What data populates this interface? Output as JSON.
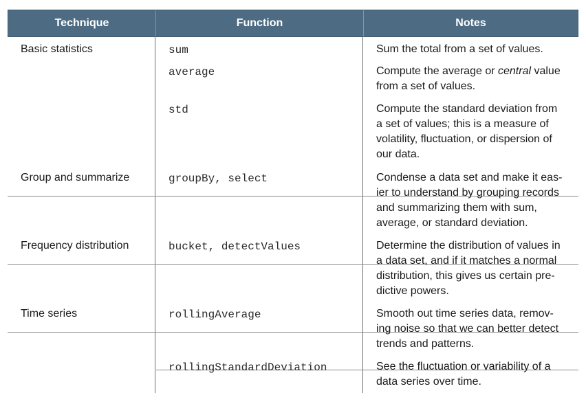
{
  "header": {
    "technique": "Technique",
    "function": "Function",
    "notes": "Notes"
  },
  "rows": [
    {
      "technique": "Basic statistics",
      "entries": [
        {
          "function": "sum",
          "notes_lines": [
            "Sum the total from a set of values."
          ]
        },
        {
          "function": "average",
          "notes_before": "Compute the average or ",
          "notes_em": "central",
          "notes_after": " value",
          "notes_lines": [
            "from a set of values."
          ]
        },
        {
          "function": "std",
          "notes_lines": [
            "Compute the standard deviation from",
            "a set of values; this is a measure of",
            "volatility, fluctuation, or dispersion of",
            "our data."
          ]
        }
      ]
    },
    {
      "technique": "Group and summarize",
      "entries": [
        {
          "function": "groupBy, select",
          "notes_lines": [
            "Condense a data set and make it eas-",
            "ier to understand by grouping records",
            "and summarizing them with sum,",
            "average, or standard deviation."
          ]
        }
      ]
    },
    {
      "technique": "Frequency distribution",
      "entries": [
        {
          "function": "bucket, detectValues",
          "notes_lines": [
            "Determine the distribution of values in",
            "a data set, and if it matches a normal",
            "distribution, this gives us certain pre-",
            "dictive powers."
          ]
        }
      ]
    },
    {
      "technique": "Time series",
      "entries": [
        {
          "function": "rollingAverage",
          "notes_lines": [
            "Smooth out time series data, remov-",
            "ing noise so that we can better detect",
            "trends and patterns."
          ]
        },
        {
          "function": "rollingStandardDeviation",
          "notes_lines": [
            "See the fluctuation or variability of a",
            "data series over time."
          ]
        }
      ]
    }
  ]
}
